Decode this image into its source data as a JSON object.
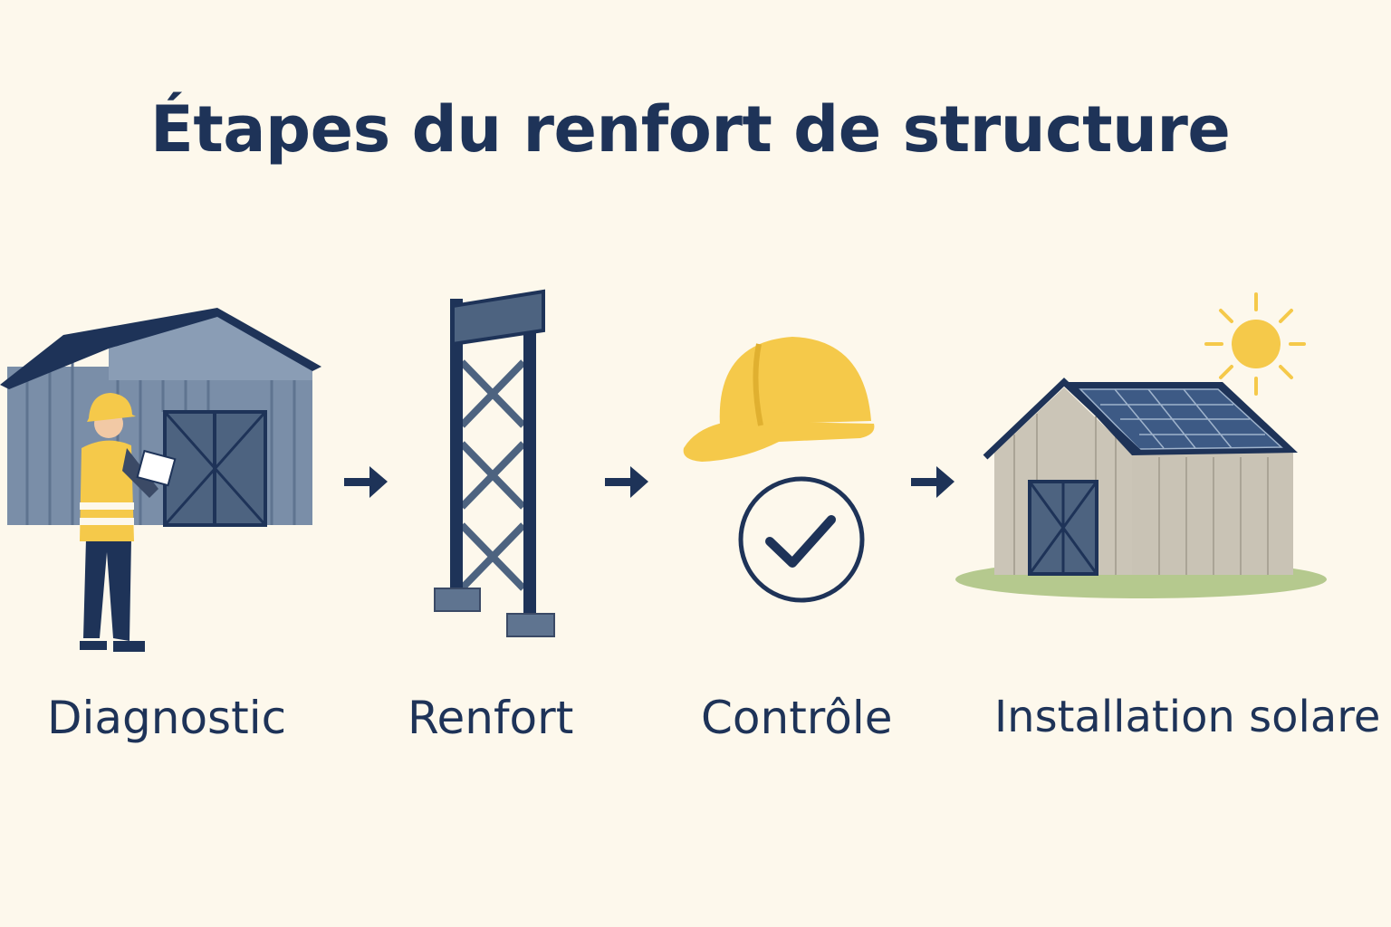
{
  "title": "Étapes du renfort de structure",
  "steps": [
    {
      "label": "Diagnostic",
      "icon": "barn-inspector-icon"
    },
    {
      "label": "Renfort",
      "icon": "steel-frame-icon"
    },
    {
      "label": "Contrôle",
      "icon": "hardhat-check-icon"
    },
    {
      "label": "Installation solare",
      "icon": "solar-barn-icon"
    }
  ],
  "colors": {
    "background": "#fdf8ec",
    "navy": "#1e3358",
    "yellow": "#f5c94a",
    "steel": "#7a8ea8"
  }
}
